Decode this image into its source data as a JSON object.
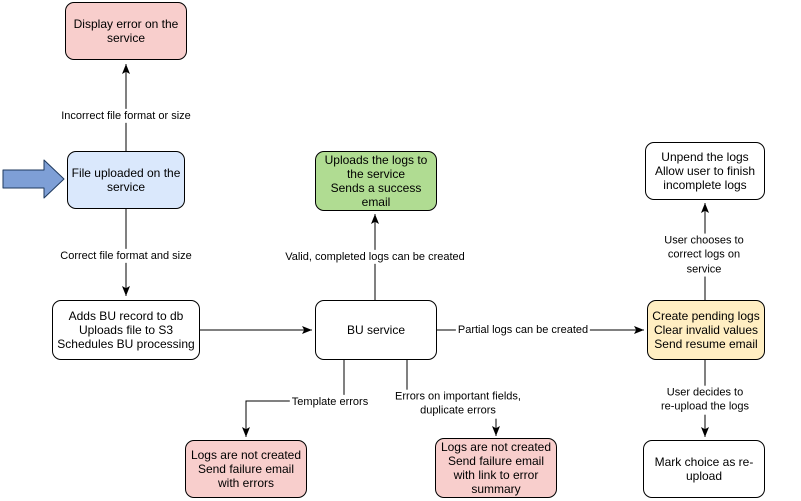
{
  "colors": {
    "pink": "#f8cecc",
    "blue": "#dae8fc",
    "green": "#b0dc92",
    "yellow": "#ffeec2",
    "white": "#ffffff",
    "entry_arrow_fill": "#7e9fd6",
    "entry_arrow_stroke": "#1f3a5f"
  },
  "nodes": {
    "display_error": {
      "text": "Display error on the\nservice"
    },
    "file_uploaded": {
      "text": "File uploaded on the\nservice"
    },
    "adds_bu_record": {
      "text": "Adds BU record to db\nUploads file to S3\nSchedules BU processing"
    },
    "bu_service": {
      "text": "BU service"
    },
    "uploads_logs": {
      "text": "Uploads the logs to\nthe service\nSends a success\nemail"
    },
    "unpend_logs": {
      "text": "Unpend the logs\nAllow user to finish\nincomplete logs"
    },
    "create_pending": {
      "text": "Create pending logs\nClear invalid values\nSend resume email"
    },
    "mark_reupload": {
      "text": "Mark choice as re-\nupload"
    },
    "logs_not_created_errors": {
      "text": "Logs are not created\nSend failure email\nwith errors"
    },
    "logs_not_created_summary": {
      "text": "Logs are not created\nSend failure email\nwith link to error\nsummary"
    }
  },
  "edge_labels": {
    "incorrect_file": "Incorrect file format or size",
    "correct_file": "Correct file format and size",
    "valid_completed": "Valid, completed logs can be created",
    "partial_logs": "Partial logs can be created",
    "template_errors": "Template errors",
    "errors_important": "Errors on important fields,\nduplicate errors",
    "user_chooses": "User chooses to correct logs on service",
    "user_decides": "User decides to re-upload the logs"
  }
}
